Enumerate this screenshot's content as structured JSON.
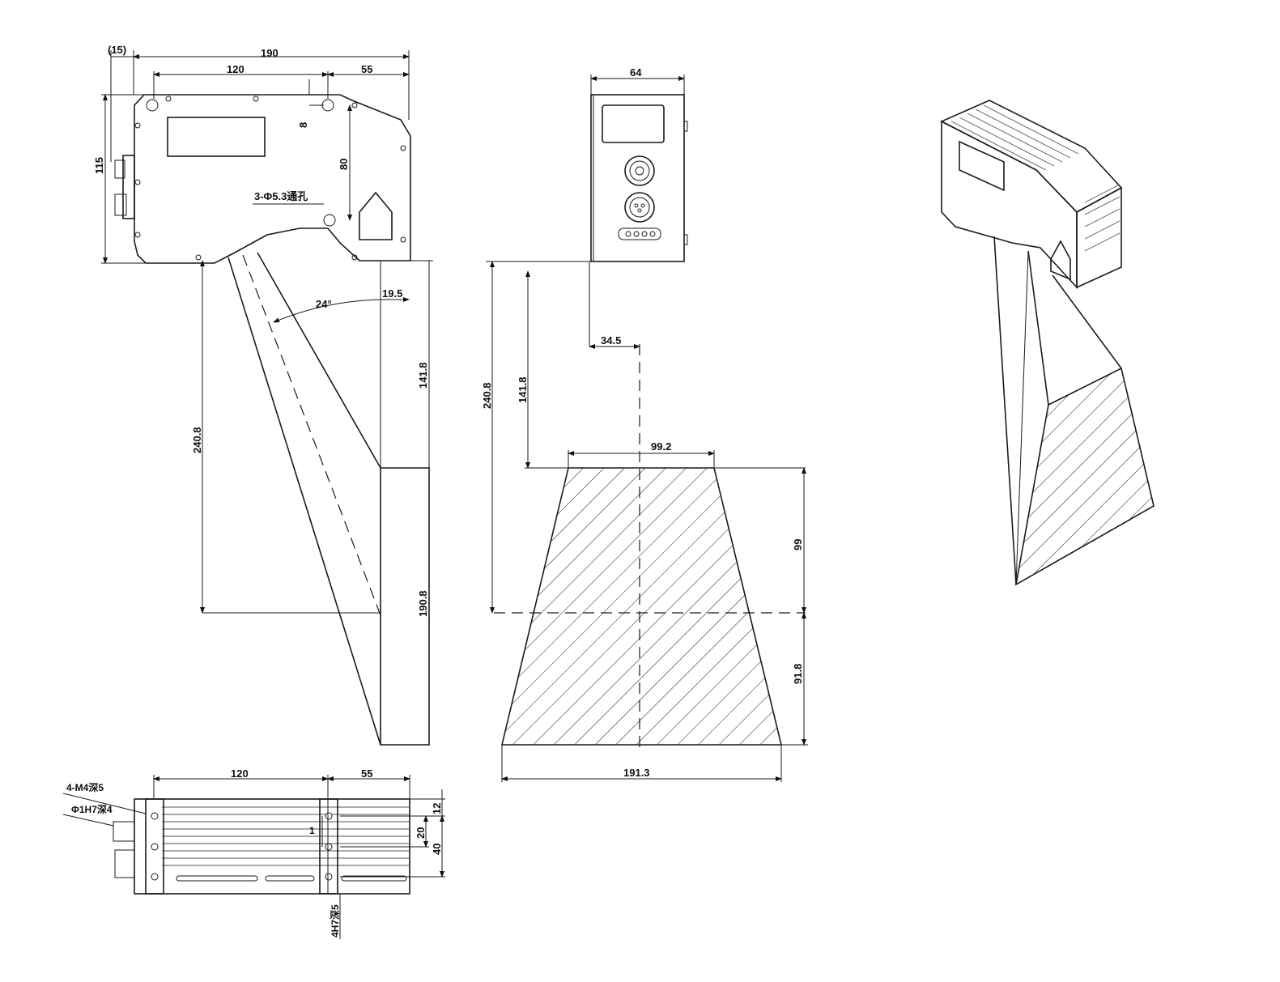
{
  "dimensions": {
    "side": {
      "d15": "(15)",
      "d190": "190",
      "d120": "120",
      "d55": "55",
      "d115": "115",
      "d8": "8",
      "d80": "80",
      "hole_note": "3-Φ5.3通孔",
      "d19_5": "19.5",
      "angle": "24°",
      "d240_8": "240.8",
      "d141_8": "141.8",
      "d190_8": "190.8"
    },
    "front": {
      "d64": "64",
      "d34_5": "34.5",
      "d240_8": "240.8",
      "d141_8": "141.8",
      "d99_2": "99.2",
      "d99": "99",
      "d91_8": "91.8",
      "d191_3": "191.3"
    },
    "bottom": {
      "d120": "120",
      "d55": "55",
      "note_m4": "4-M4深5",
      "note_h7": "Φ1H7深4",
      "d1": "1",
      "d12": "12",
      "d20": "20",
      "d40": "40",
      "note_4h7": "4H7深5"
    }
  },
  "colors": {
    "line": "#1a1a1a",
    "background": "#ffffff"
  }
}
